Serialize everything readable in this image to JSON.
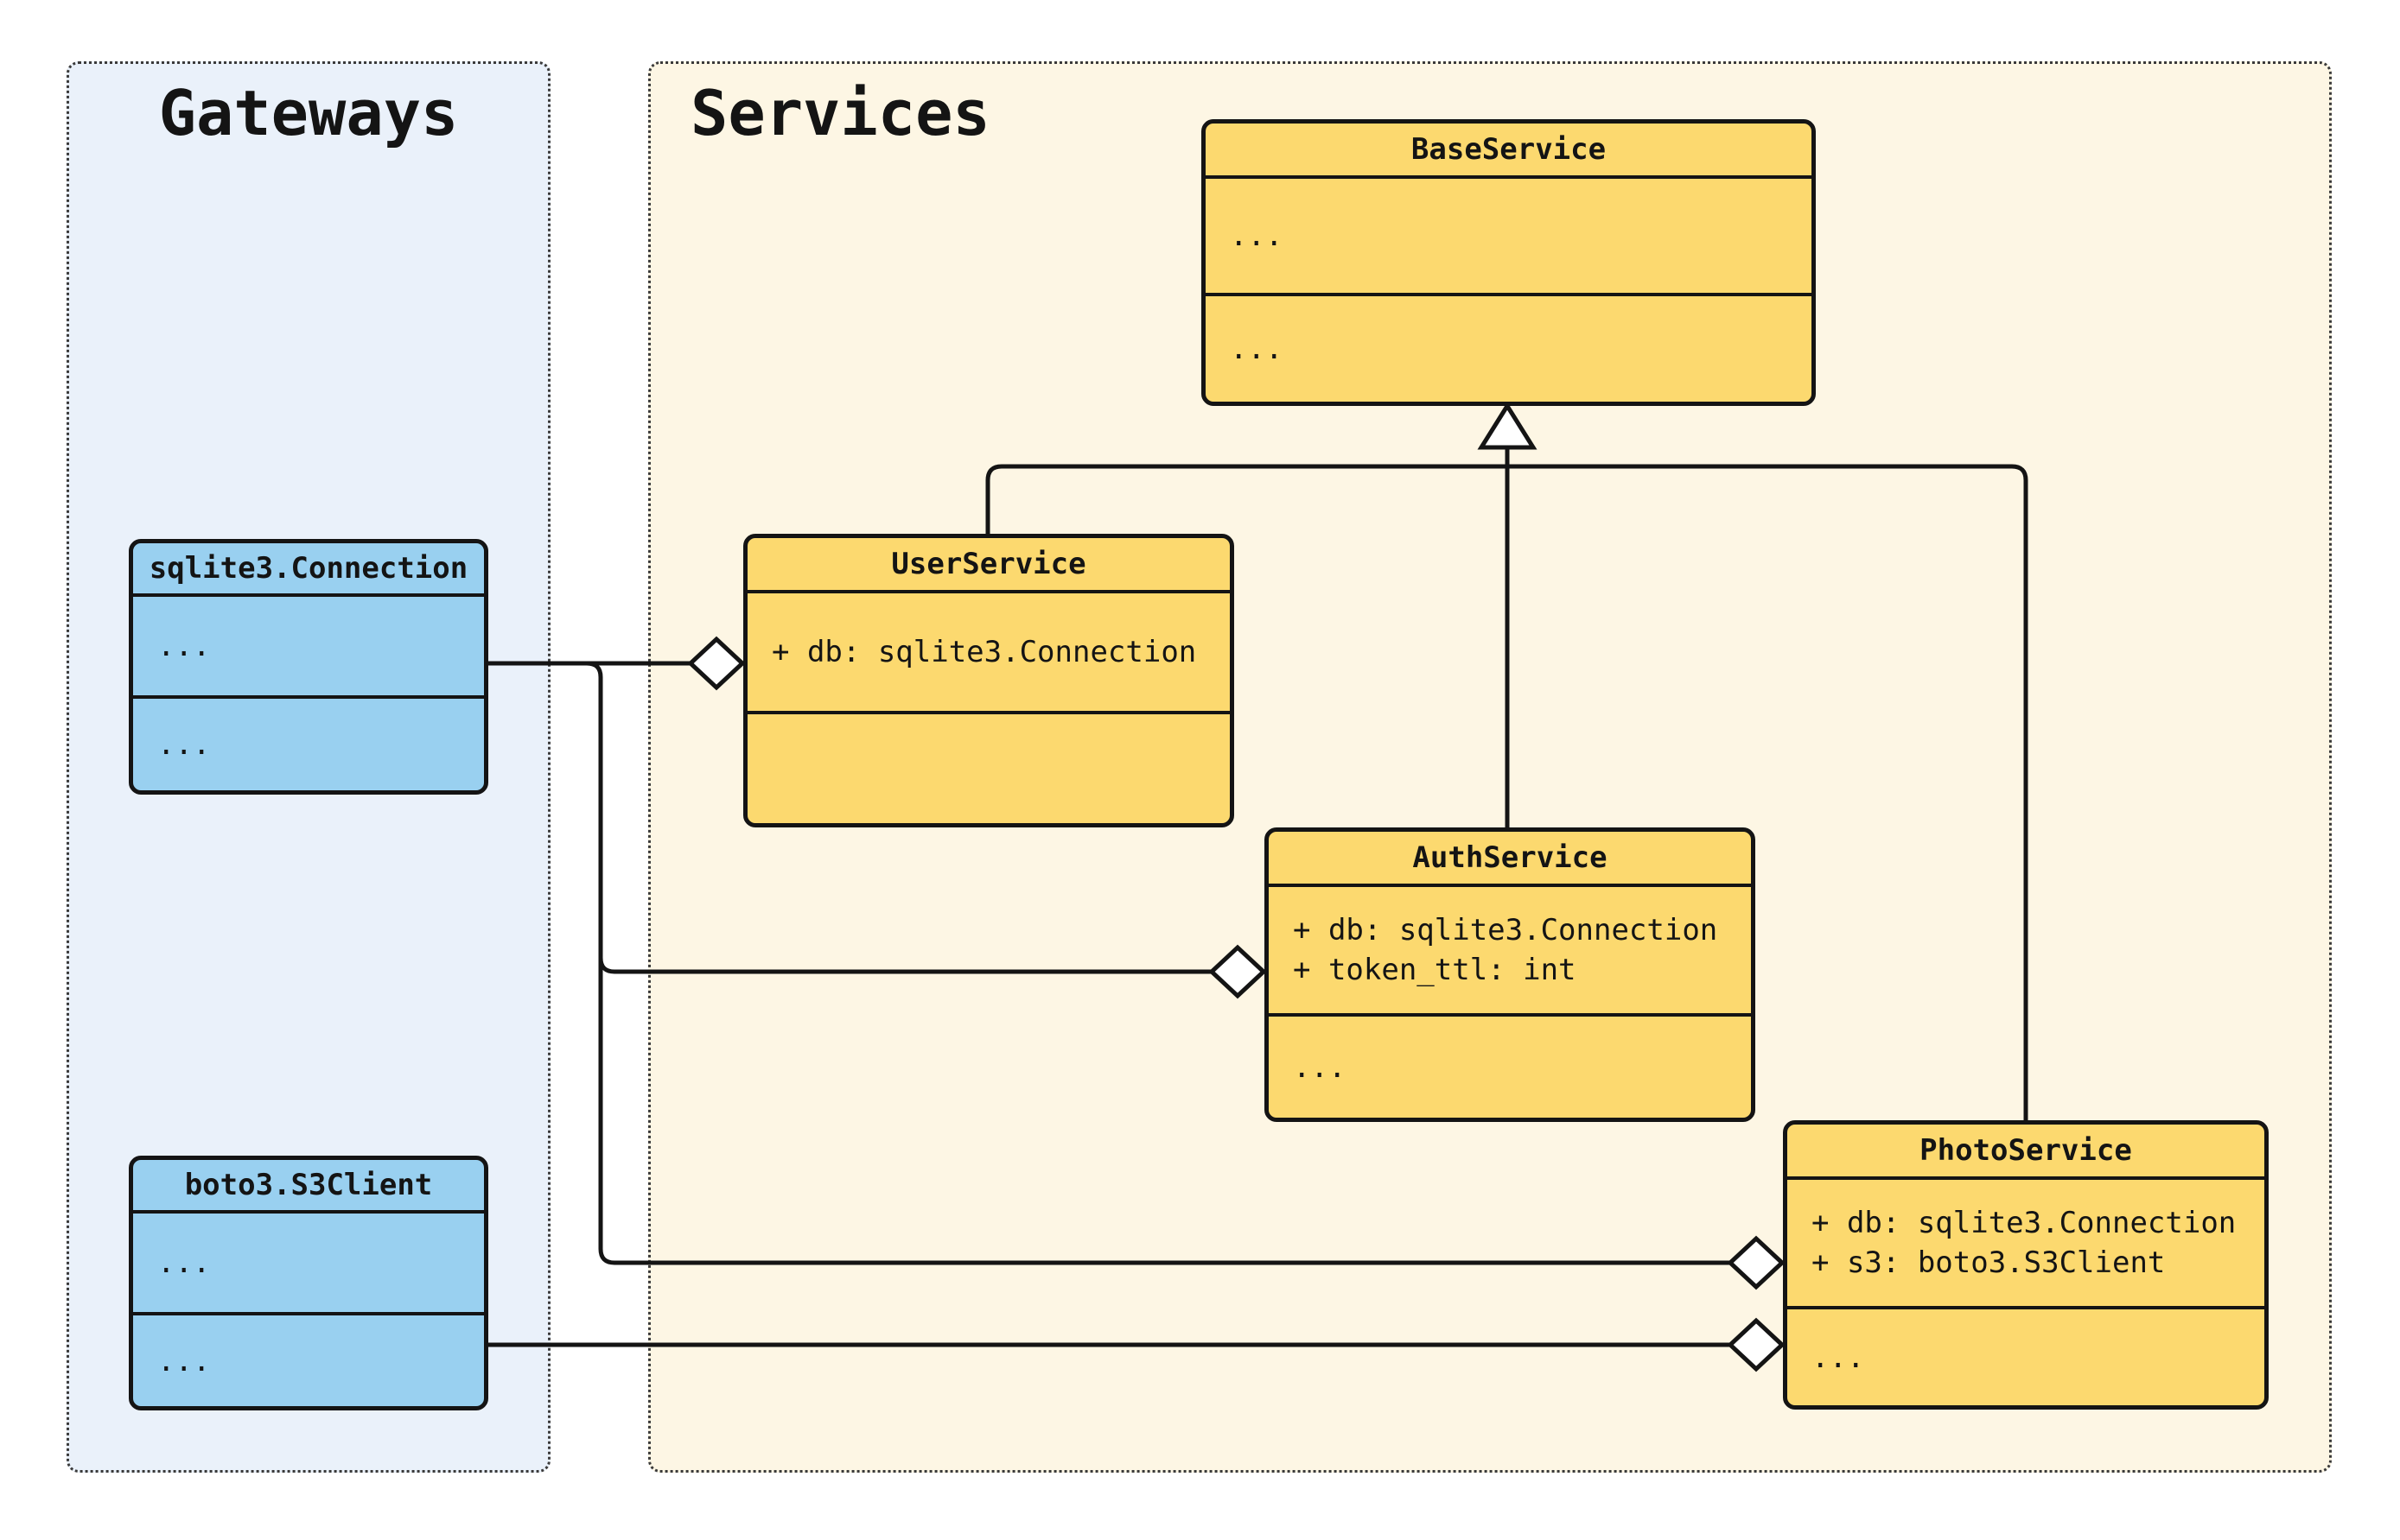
{
  "diagram": {
    "type": "uml-class-diagram",
    "groups": [
      {
        "title": "Gateways",
        "classes": [
          {
            "name": "sqlite3.Connection",
            "attributes": [
              "..."
            ],
            "methods": [
              "..."
            ]
          },
          {
            "name": "boto3.S3Client",
            "attributes": [
              "..."
            ],
            "methods": [
              "..."
            ]
          }
        ]
      },
      {
        "title": "Services",
        "classes": [
          {
            "name": "BaseService",
            "attributes": [
              "..."
            ],
            "methods": [
              "..."
            ]
          },
          {
            "name": "UserService",
            "attributes": [
              "+ db: sqlite3.Connection"
            ],
            "methods": []
          },
          {
            "name": "AuthService",
            "attributes": [
              "+ db: sqlite3.Connection",
              "+ token_ttl: int"
            ],
            "methods": [
              "..."
            ]
          },
          {
            "name": "PhotoService",
            "attributes": [
              "+ db: sqlite3.Connection",
              "+ s3: boto3.S3Client"
            ],
            "methods": [
              "..."
            ]
          }
        ]
      }
    ],
    "relationships": {
      "inheritance": [
        {
          "child": "UserService",
          "parent": "BaseService"
        },
        {
          "child": "AuthService",
          "parent": "BaseService"
        },
        {
          "child": "PhotoService",
          "parent": "BaseService"
        }
      ],
      "aggregations": [
        {
          "part": "sqlite3.Connection",
          "whole": "UserService"
        },
        {
          "part": "sqlite3.Connection",
          "whole": "AuthService"
        },
        {
          "part": "sqlite3.Connection",
          "whole": "PhotoService"
        },
        {
          "part": "boto3.S3Client",
          "whole": "PhotoService"
        }
      ]
    },
    "colors": {
      "line": "#141414",
      "class_yellow": "#FCD96F",
      "class_blue": "#99D0F0",
      "gateways_bg": "#EAF1FA",
      "services_bg": "#FDF6E4",
      "canvas_bg": "#FFFFFF"
    }
  }
}
